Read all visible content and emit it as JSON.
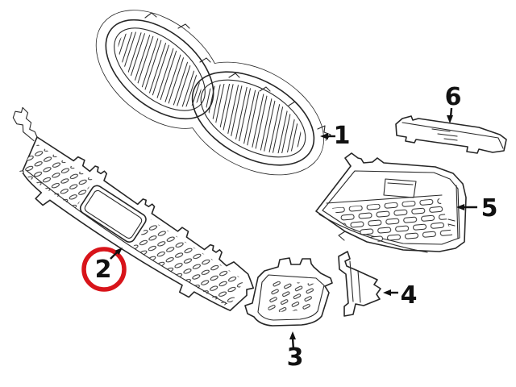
{
  "diagram": {
    "background_color": "#ffffff",
    "line_color": "#262626",
    "callouts": [
      {
        "label": "1"
      },
      {
        "label": "2",
        "highlighted": true
      },
      {
        "label": "3"
      },
      {
        "label": "4"
      },
      {
        "label": "5"
      },
      {
        "label": "6"
      }
    ],
    "highlight": {
      "color": "#d8141a",
      "callout": "2"
    }
  }
}
